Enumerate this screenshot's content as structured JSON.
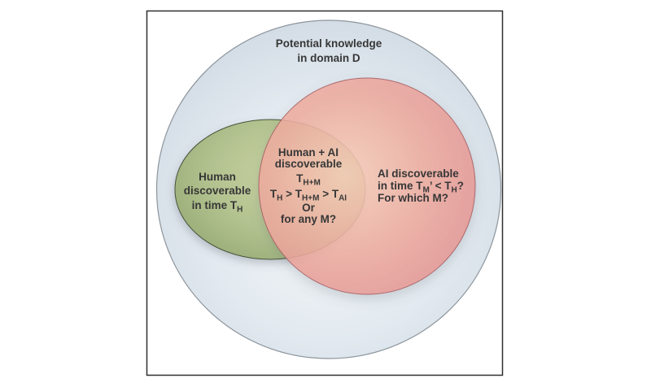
{
  "palette": {
    "background": "#ffffff",
    "border": "#2f2f2f",
    "outer_center": "#f5f7f9",
    "outer_mid": "#e3eaf0",
    "outer_edge": "#cfd9e3",
    "outer_stroke": "#8d959c",
    "green_center": "#ccd5a5",
    "green_mid": "#b1c18e",
    "green_edge": "#90a670",
    "green_stroke": "#49523b",
    "red_center": "#f8cfba",
    "red_mid": "#efab9e",
    "red_edge": "#e28d90",
    "red_stroke": "#a65f64",
    "text": "#373737"
  },
  "diagram": {
    "outer": {
      "label_line1": "Potential knowledge",
      "label_line2": "in domain D"
    },
    "human": {
      "label_line1": "Human",
      "label_line2": "discoverable",
      "label_line3_pre": "in time T",
      "label_line3_sub": "H"
    },
    "intersection": {
      "label_line1": "Human + AI",
      "label_line2": "discoverable",
      "formula1_pre": "T",
      "formula1_sub": "H+M",
      "formula2_t1": "T",
      "formula2_s1": "H",
      "formula2_t2": " > T",
      "formula2_s2": "H+M",
      "formula2_t3": " > T",
      "formula2_s3": "AI",
      "label_line5": "Or",
      "label_line6": "for any M?"
    },
    "ai": {
      "label_line1": "AI discoverable",
      "label_line2_pre": "in time T",
      "label_line2_sub1": "M",
      "label_line2_mid": "’ < T",
      "label_line2_sub2": "H",
      "label_line2_end": "?",
      "label_line3": "For which M?"
    }
  }
}
